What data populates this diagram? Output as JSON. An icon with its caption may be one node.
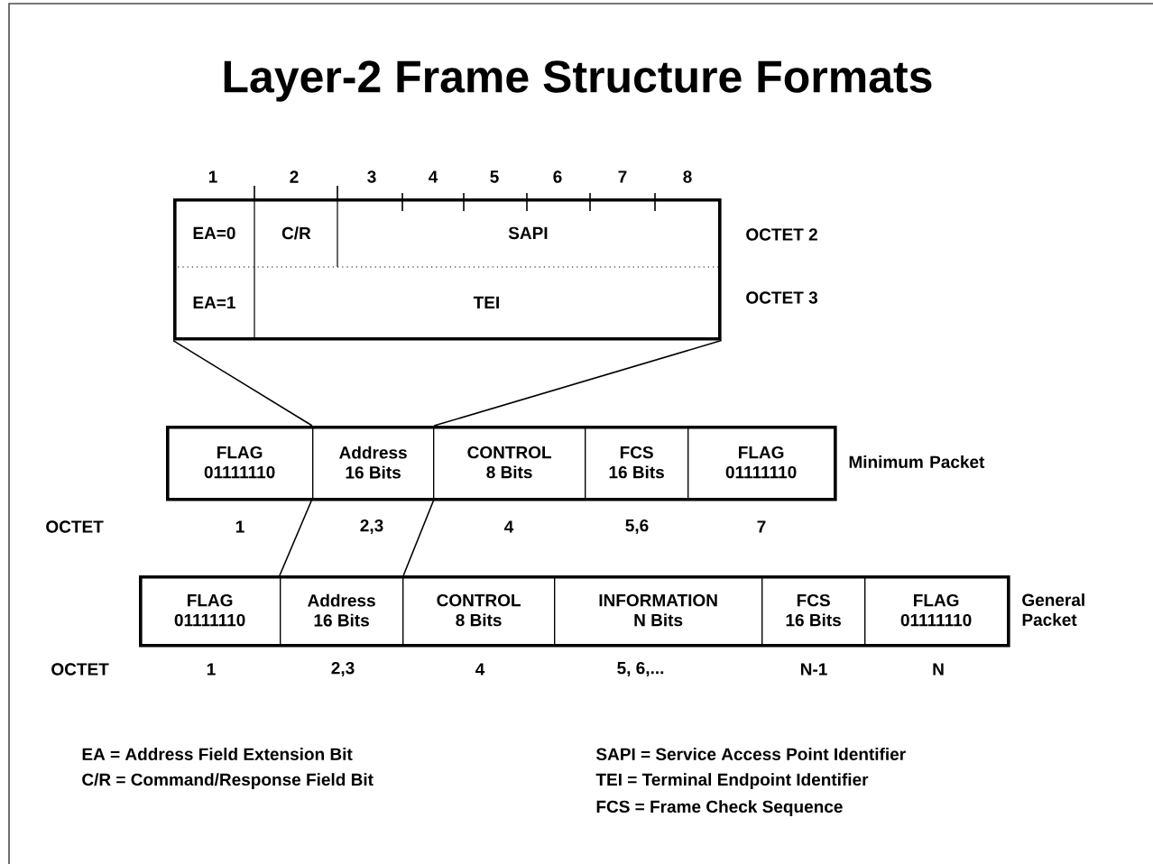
{
  "diagram": {
    "title": "Layer-2 Frame Structure Formats",
    "nodes": [
      {
        "text": [],
        "shape": "box"
      },
      {
        "text": [
          "EA=0"
        ],
        "in": 0
      },
      {
        "text": [
          "C/R"
        ],
        "in": 0
      },
      {
        "text": [
          "SAPI"
        ],
        "in": 0
      },
      {
        "text": [
          "EA=1"
        ],
        "in": 0
      },
      {
        "text": [
          "TEI"
        ],
        "in": 0
      },
      {
        "text": [],
        "shape": "box",
        "beside": [
          "Minimum Packet"
        ]
      },
      {
        "text": [
          "FLAG",
          "01111110"
        ],
        "in": 6
      },
      {
        "text": [
          "Address",
          "16 Bits"
        ],
        "in": 6
      },
      {
        "text": [
          "CONTROL",
          "8 Bits"
        ],
        "in": 6
      },
      {
        "text": [
          "FCS",
          "16 Bits"
        ],
        "in": 6
      },
      {
        "text": [
          "FLAG",
          "01111110"
        ],
        "in": 6
      },
      {
        "text": [],
        "shape": "box",
        "beside": [
          "General Packet"
        ]
      },
      {
        "text": [
          "FLAG",
          "01111110"
        ],
        "in": 12
      },
      {
        "text": [
          "Address",
          "16 Bits"
        ],
        "in": 12
      },
      {
        "text": [
          "CONTROL",
          "8 Bits"
        ],
        "in": 12
      },
      {
        "text": [
          "INFORMATION",
          "N Bits"
        ],
        "in": 12
      },
      {
        "text": [
          "FCS",
          "16 Bits"
        ],
        "in": 12
      },
      {
        "text": [
          "FLAG",
          "01111110"
        ],
        "in": 12
      }
    ],
    "edges": [
      {
        "from": 0,
        "to": 8,
        "arrow": "none"
      },
      {
        "from": 0,
        "to": 8,
        "arrow": "none"
      },
      {
        "from": 8,
        "to": 14,
        "arrow": "none"
      },
      {
        "from": 8,
        "to": 14,
        "arrow": "none"
      }
    ],
    "labels": [
      "1",
      "2",
      "3",
      "4",
      "5",
      "6",
      "7",
      "8",
      "OCTET 2",
      "OCTET 3",
      "OCTET",
      "1",
      "2,3",
      "4",
      "5,6",
      "7",
      "OCTET",
      "1",
      "2,3",
      "4",
      "5, 6,...",
      "N-1",
      "N",
      "EA = Address Field Extension Bit",
      "SAPI = Service Access Point Identifier",
      "C/R = Command/Response Field Bit",
      "TEI = Terminal Endpoint Identifier",
      "FCS = Frame Check Sequence"
    ]
  }
}
